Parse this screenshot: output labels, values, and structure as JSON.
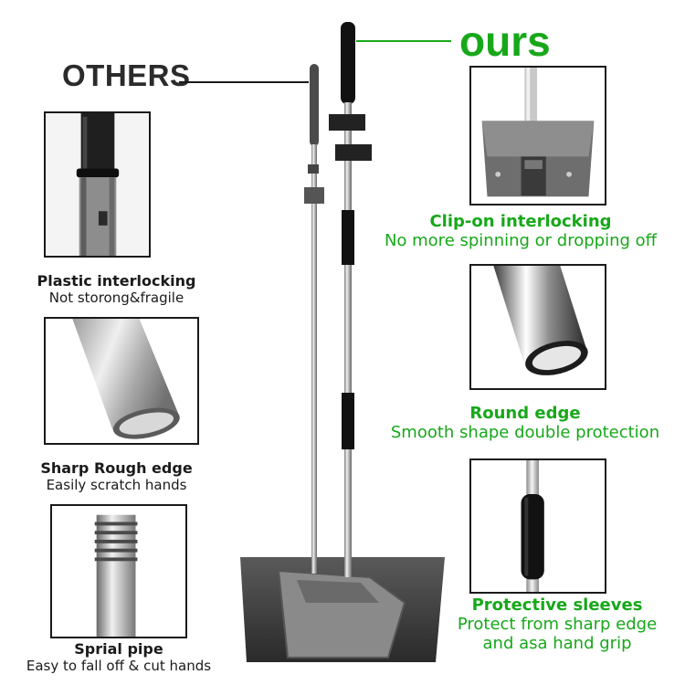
{
  "labels": {
    "others": "OTHERS",
    "ours": "ours"
  },
  "left_features": [
    {
      "title": "Plastic interlocking",
      "subtitle": "Not storong&fragile"
    },
    {
      "title": "Sharp Rough edge",
      "subtitle": "Easily scratch hands"
    },
    {
      "title": "Sprial pipe",
      "subtitle": "Easy to fall off & cut hands"
    }
  ],
  "right_features": [
    {
      "title": "Clip-on interlocking",
      "subtitle": "No more spinning or dropping off"
    },
    {
      "title": "Round edge",
      "subtitle": "Smooth shape double protection"
    },
    {
      "title": "Protective sleeves",
      "subtitle": "Protect from sharp edge",
      "subtitle2": "and asa hand grip"
    }
  ],
  "colors": {
    "ours_green": "#17a81a",
    "others_dark": "#2b2b2b"
  }
}
